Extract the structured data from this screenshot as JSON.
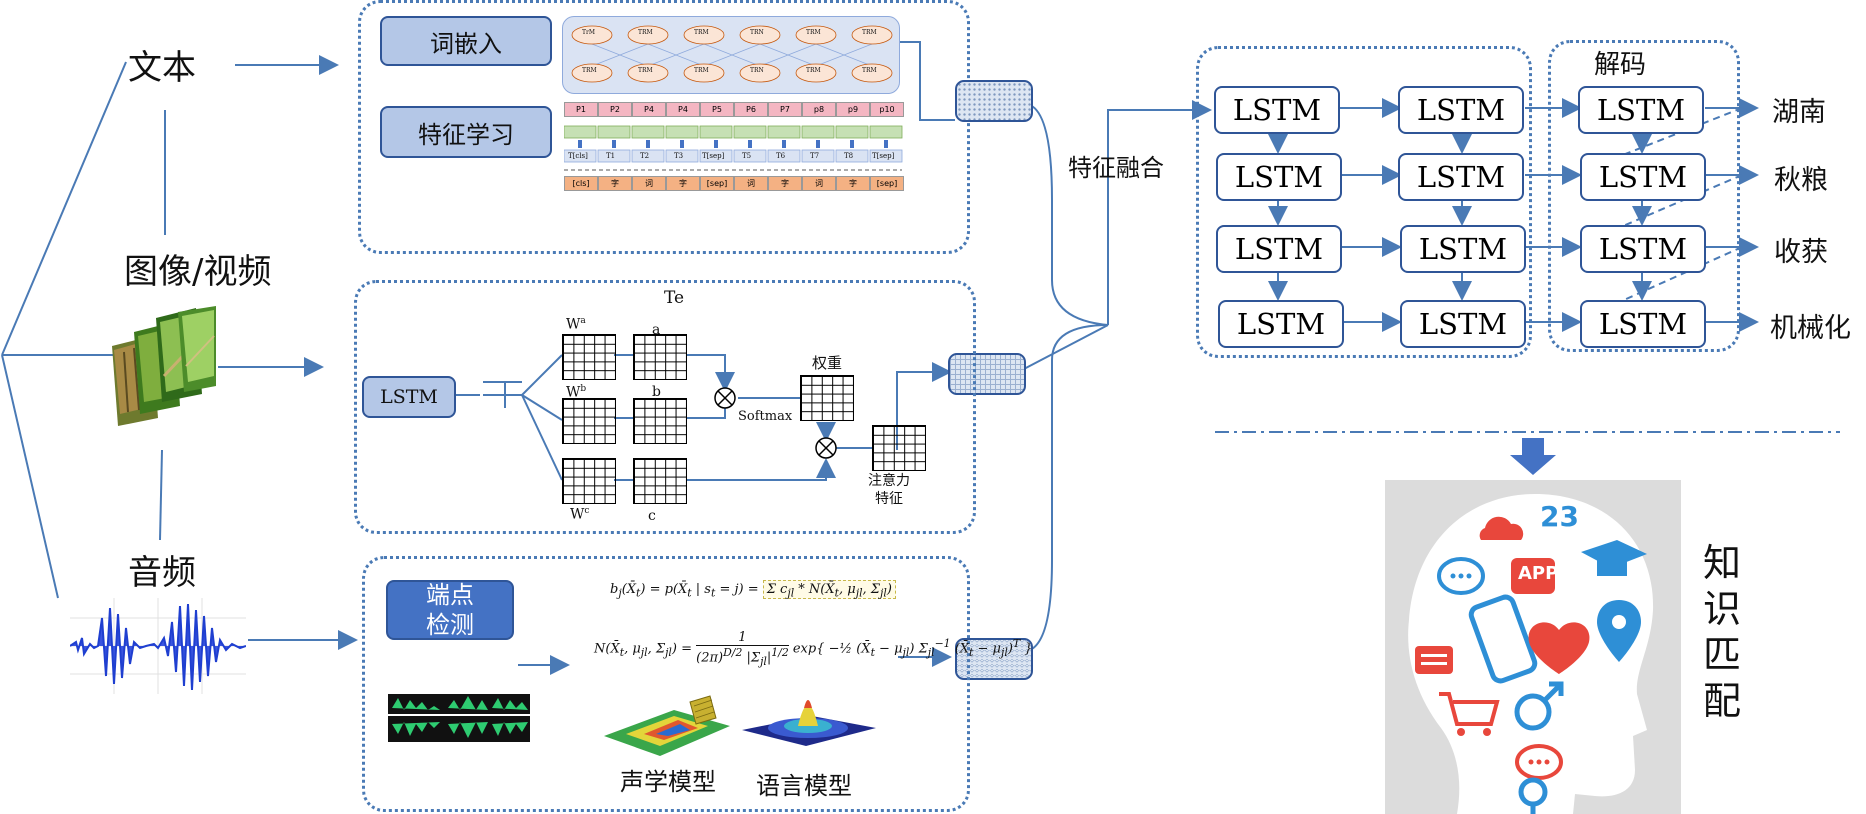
{
  "inputs": {
    "text": "文本",
    "image_video": "图像/视频",
    "audio": "音频"
  },
  "text_panel": {
    "word_embedding": "词嵌入",
    "feature_learning": "特征学习",
    "trm_labels": [
      "TrM",
      "TRM",
      "TRM",
      "TRN",
      "TRM",
      "TRM"
    ],
    "p_labels": [
      "P1",
      "P2",
      "P4",
      "P4",
      "P5",
      "P6",
      "P7",
      "p8",
      "p9",
      "p10"
    ],
    "t_labels": [
      "T[cls]",
      "T1",
      "T2",
      "T3",
      "T[sep]",
      "T5",
      "T6",
      "T7",
      "T8",
      "T[sep]"
    ],
    "e_labels": [
      "[cls]",
      "字",
      "词",
      "字",
      "[sep]",
      "词",
      "字",
      "词",
      "字",
      "[sep]"
    ]
  },
  "image_panel": {
    "title": "Te",
    "lstm": "LSTM",
    "wa": "W",
    "wa_sup": "a",
    "wb": "W",
    "wb_sup": "b",
    "wc": "W",
    "wc_sup": "c",
    "a": "a",
    "b": "b",
    "c": "c",
    "softmax": "Softmax",
    "weight": "权重",
    "attention_feature": "注意力\n特征"
  },
  "audio_panel": {
    "endpoint_detection": "端点\n检测",
    "acoustic_model": "声学模型",
    "language_model": "语言模型",
    "eq1": "b_j(X_t) = p(X_t | s_t = j) = Σ c_jl N(X_t, μ_jl, Σ_jl)",
    "eq2": "N(X_t, μ_jl, Σ_jl) = 1 / ((2π)^(D/2) |Σ_jl|^(1/2)) exp{ -½ (X_t − μ_jl) Σ_jl⁻¹ (X_t − μ_jl)^T }"
  },
  "fusion_label": "特征融合",
  "decoder_label": "解码",
  "lstm_label": "LSTM",
  "outputs": [
    "湖南",
    "秋粮",
    "收获",
    "机械化"
  ],
  "knowledge_match": "知识匹配",
  "icons": {
    "app": "APP",
    "number": "23"
  },
  "colors": {
    "accent": "#4472c4",
    "border": "#2f5597",
    "light": "#b4c7e7",
    "arrow": "#4a7ab5"
  }
}
